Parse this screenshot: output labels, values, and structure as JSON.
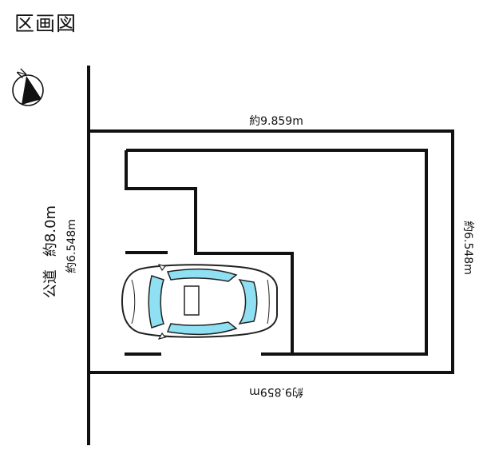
{
  "title": "区画図",
  "north_label": "N",
  "dimensions": {
    "top": "約9.859m",
    "bottom": "約9.859m",
    "left": "約6.548m",
    "right": "約6.548m"
  },
  "road": {
    "label": "公道",
    "width": "約8.0m"
  },
  "colors": {
    "line": "#111111",
    "car_glass": "#8ee0f2",
    "background": "#ffffff"
  }
}
